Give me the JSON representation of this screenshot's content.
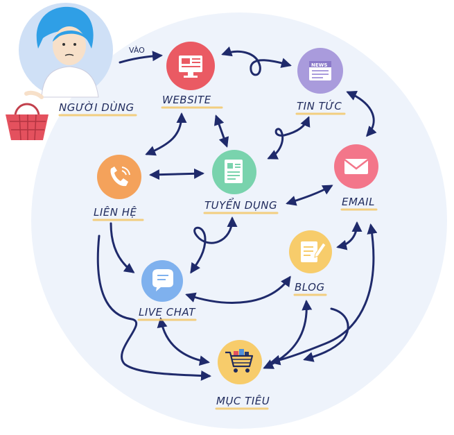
{
  "labels": {
    "user": "NGƯỜI DÙNG",
    "enter": "VÀO",
    "website": "WEBSITE",
    "news": "TIN TỨC",
    "news_badge": "NEWS",
    "contact": "LIÊN HỆ",
    "recruit": "TUYỂN DỤNG",
    "email": "EMAIL",
    "blog": "BLOG",
    "livechat": "LIVE CHAT",
    "goal": "MỤC TIÊU"
  },
  "colors": {
    "background_circle": "#eef3fb",
    "website": "#ea5a63",
    "news": "#a99bdc",
    "contact": "#f4a25b",
    "recruit": "#79d3ad",
    "email": "#f3768a",
    "blog": "#f7cc6b",
    "livechat": "#7fb1ee",
    "goal": "#f7cc6b",
    "arrow": "#1f2a6b",
    "underline": "#f3c86a"
  },
  "icons": {
    "website": "monitor-icon",
    "news": "newspaper-icon",
    "contact": "phone-icon",
    "recruit": "document-icon",
    "email": "envelope-icon",
    "blog": "notepad-pencil-icon",
    "livechat": "chat-bubble-icon",
    "goal": "shopping-cart-icon",
    "user": "user-avatar-icon",
    "basket": "basket-icon"
  }
}
